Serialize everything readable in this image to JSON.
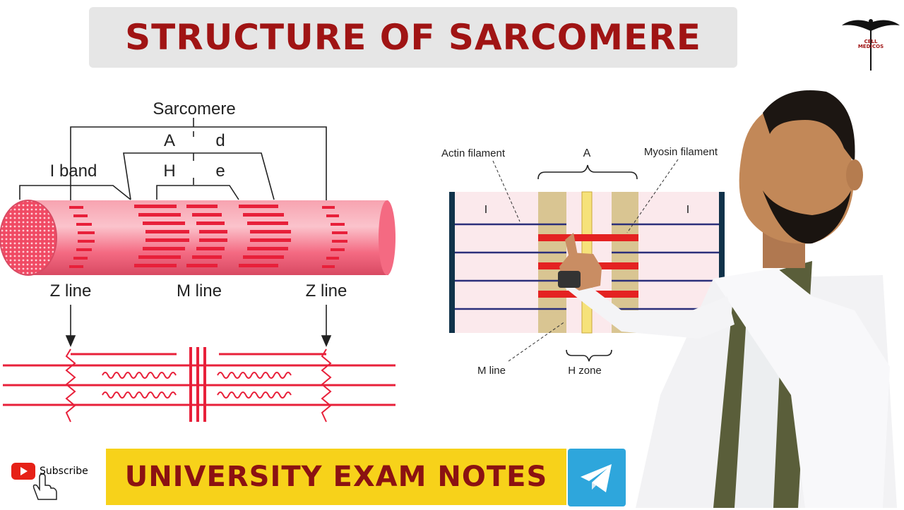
{
  "title": "STRUCTURE OF SARCOMERE",
  "logo_text": "CELL MEDICOS",
  "diagram_left": {
    "sarcomere": "Sarcomere",
    "a_band_1": "A",
    "a_band_2": "d",
    "h_zone_1": "H",
    "h_zone_2": "e",
    "i_band": "I band",
    "z_line_left": "Z line",
    "m_line": "M line",
    "z_line_right": "Z line"
  },
  "diagram_right": {
    "actin": "Actin filament",
    "a": "A",
    "myosin": "Myosin filament",
    "i_left": "I",
    "i_right": "I",
    "m_line": "M line",
    "h_zone": "H zone"
  },
  "subscribe": "Subscribe",
  "notes": "UNIVERSITY EXAM NOTES",
  "colors": {
    "title_red": "#a01414",
    "fiber_pink": "#f56a80",
    "stripe_red": "#e8203a",
    "banner_yellow": "#f7d21a",
    "telegram_blue": "#2ea6dc"
  },
  "icons": [
    "caduceus-icon",
    "youtube-icon",
    "hand-cursor-icon",
    "telegram-icon"
  ]
}
